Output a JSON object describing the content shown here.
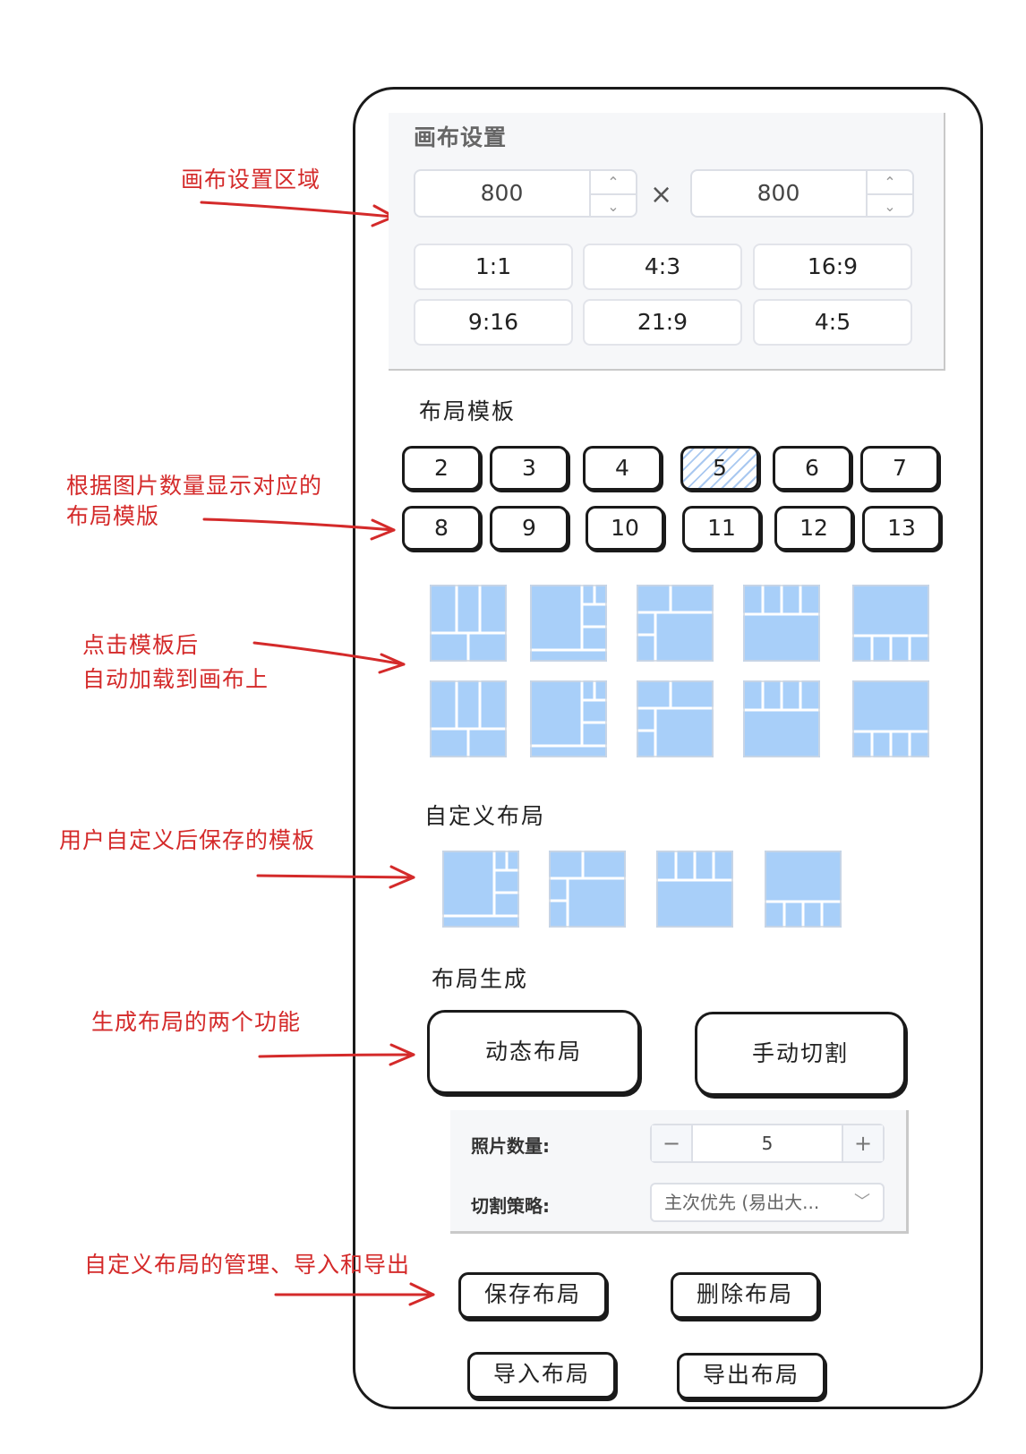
{
  "annotations": {
    "canvas_area": "画布设置区域",
    "template_line1": "根据图片数量显示对应的",
    "template_line2": "布局模版",
    "autoload_line1": "点击模板后",
    "autoload_line2": "自动加载到画布上",
    "custom": "用户自定义后保存的模板",
    "generate": "生成布局的两个功能",
    "manage": "自定义布局的管理、导入和导出"
  },
  "canvas": {
    "title": "画布设置",
    "width": "800",
    "height": "800",
    "times": "×",
    "up_icon": "chevron-up-icon",
    "down_icon": "chevron-down-icon",
    "up_glyph": "⌃",
    "down_glyph": "⌄",
    "ratios": [
      "1:1",
      "4:3",
      "16:9",
      "9:16",
      "21:9",
      "4:5"
    ]
  },
  "templates": {
    "title": "布局模板",
    "counts": [
      "2",
      "3",
      "4",
      "5",
      "6",
      "7",
      "8",
      "9",
      "10",
      "11",
      "12",
      "13"
    ],
    "selected": "5"
  },
  "custom": {
    "title": "自定义布局"
  },
  "generate": {
    "title": "布局生成",
    "dynamic": "动态布局",
    "manual": "手动切割"
  },
  "form": {
    "photo_count_label": "照片数量:",
    "photo_count": "5",
    "minus": "−",
    "plus": "+",
    "strategy_label": "切割策略:",
    "strategy_value": "主次优先 (易出大...",
    "chevron": "﹀"
  },
  "manage": {
    "save": "保存布局",
    "delete": "删除布局",
    "import": "导入布局",
    "export": "导出布局"
  },
  "colors": {
    "annotation": "#d42a2a",
    "tile": "#a8cff9",
    "tile_border": "#ffffff",
    "selected_hatch": "#a9c8f0"
  }
}
